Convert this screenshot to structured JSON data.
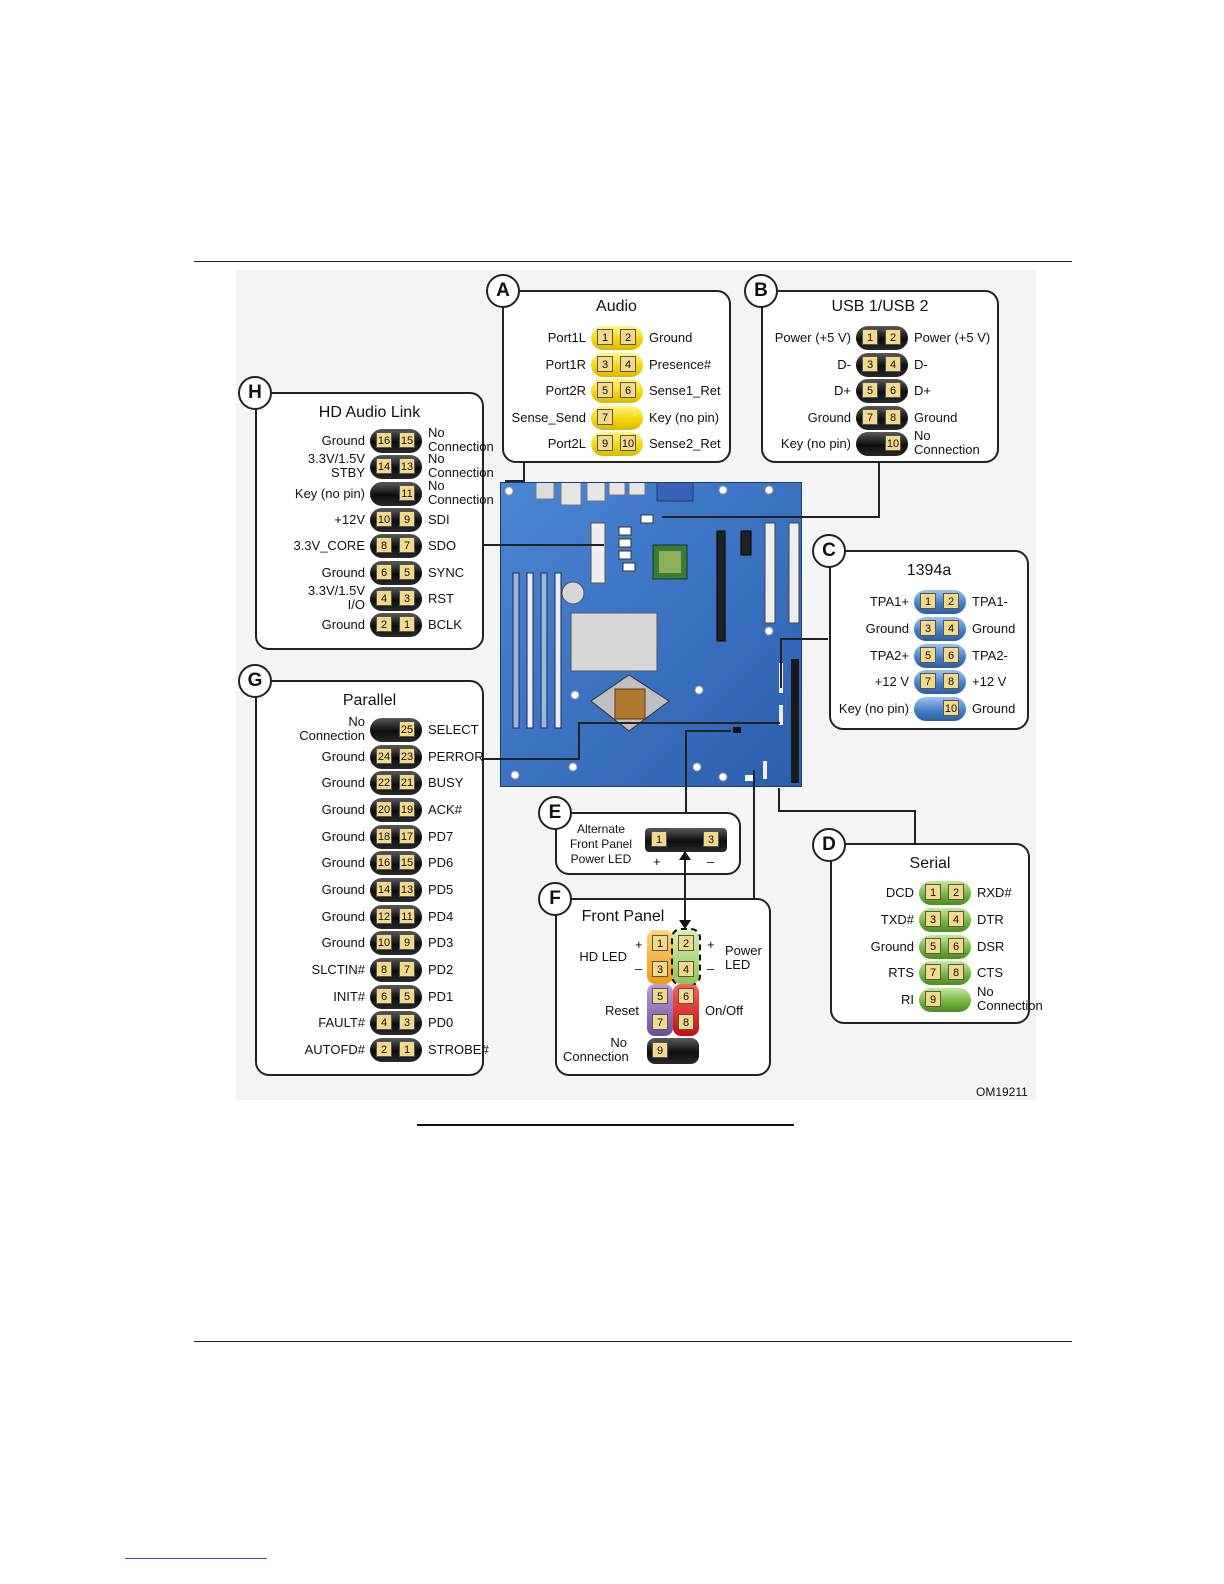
{
  "figure_id": "OM19211",
  "panels": {
    "A": {
      "letter": "A",
      "title": "Audio",
      "color": "yellow",
      "rows": [
        {
          "left": "Port1L",
          "pins": [
            "1",
            "2"
          ],
          "right": "Ground"
        },
        {
          "left": "Port1R",
          "pins": [
            "3",
            "4"
          ],
          "right": "Presence#"
        },
        {
          "left": "Port2R",
          "pins": [
            "5",
            "6"
          ],
          "right": "Sense1_Ret"
        },
        {
          "left": "Sense_Send",
          "pins": [
            "7",
            ""
          ],
          "right": "Key (no pin)"
        },
        {
          "left": "Port2L",
          "pins": [
            "9",
            "10"
          ],
          "right": "Sense2_Ret"
        }
      ]
    },
    "B": {
      "letter": "B",
      "title": "USB 1/USB 2",
      "color": "black",
      "rows": [
        {
          "left": "Power (+5 V)",
          "pins": [
            "1",
            "2"
          ],
          "right": "Power (+5 V)"
        },
        {
          "left": "D-",
          "pins": [
            "3",
            "4"
          ],
          "right": "D-"
        },
        {
          "left": "D+",
          "pins": [
            "5",
            "6"
          ],
          "right": "D+"
        },
        {
          "left": "Ground",
          "pins": [
            "7",
            "8"
          ],
          "right": "Ground"
        },
        {
          "left": "Key (no pin)",
          "pins": [
            "",
            "10"
          ],
          "right": "No\nConnection"
        }
      ]
    },
    "C": {
      "letter": "C",
      "title": "1394a",
      "color": "blue",
      "rows": [
        {
          "left": "TPA1+",
          "pins": [
            "1",
            "2"
          ],
          "right": "TPA1-"
        },
        {
          "left": "Ground",
          "pins": [
            "3",
            "4"
          ],
          "right": "Ground"
        },
        {
          "left": "TPA2+",
          "pins": [
            "5",
            "6"
          ],
          "right": "TPA2-"
        },
        {
          "left": "+12 V",
          "pins": [
            "7",
            "8"
          ],
          "right": "+12 V"
        },
        {
          "left": "Key (no pin)",
          "pins": [
            "",
            "10"
          ],
          "right": "Ground"
        }
      ]
    },
    "D": {
      "letter": "D",
      "title": "Serial",
      "color": "green",
      "rows": [
        {
          "left": "DCD",
          "pins": [
            "1",
            "2"
          ],
          "right": "RXD#"
        },
        {
          "left": "TXD#",
          "pins": [
            "3",
            "4"
          ],
          "right": "DTR"
        },
        {
          "left": "Ground",
          "pins": [
            "5",
            "6"
          ],
          "right": "DSR"
        },
        {
          "left": "RTS",
          "pins": [
            "7",
            "8"
          ],
          "right": "CTS"
        },
        {
          "left": "RI",
          "pins": [
            "9",
            ""
          ],
          "right": "No\nConnection"
        }
      ]
    },
    "E": {
      "letter": "E",
      "label": "Alternate\nFront Panel\nPower LED",
      "pins": [
        "1",
        "3"
      ],
      "plus": "+",
      "minus": "–"
    },
    "F": {
      "letter": "F",
      "title": "Front Panel",
      "hd_led": "HD LED",
      "power_led": "Power\nLED",
      "reset": "Reset",
      "onoff": "On/Off",
      "noconn": "No\nConnection",
      "plus": "+",
      "minus": "–",
      "pins": [
        "1",
        "2",
        "3",
        "4",
        "5",
        "6",
        "7",
        "8",
        "9"
      ]
    },
    "G": {
      "letter": "G",
      "title": "Parallel",
      "color": "black",
      "rows": [
        {
          "left": "No\nConnection",
          "pins": [
            "",
            "25"
          ],
          "right": "SELECT"
        },
        {
          "left": "Ground",
          "pins": [
            "24",
            "23"
          ],
          "right": "PERROR"
        },
        {
          "left": "Ground",
          "pins": [
            "22",
            "21"
          ],
          "right": "BUSY"
        },
        {
          "left": "Ground",
          "pins": [
            "20",
            "19"
          ],
          "right": "ACK#"
        },
        {
          "left": "Ground",
          "pins": [
            "18",
            "17"
          ],
          "right": "PD7"
        },
        {
          "left": "Ground",
          "pins": [
            "16",
            "15"
          ],
          "right": "PD6"
        },
        {
          "left": "Ground",
          "pins": [
            "14",
            "13"
          ],
          "right": "PD5"
        },
        {
          "left": "Ground",
          "pins": [
            "12",
            "11"
          ],
          "right": "PD4"
        },
        {
          "left": "Ground",
          "pins": [
            "10",
            "9"
          ],
          "right": "PD3"
        },
        {
          "left": "SLCTIN#",
          "pins": [
            "8",
            "7"
          ],
          "right": "PD2"
        },
        {
          "left": "INIT#",
          "pins": [
            "6",
            "5"
          ],
          "right": "PD1"
        },
        {
          "left": "FAULT#",
          "pins": [
            "4",
            "3"
          ],
          "right": "PD0"
        },
        {
          "left": "AUTOFD#",
          "pins": [
            "2",
            "1"
          ],
          "right": "STROBE#"
        }
      ]
    },
    "H": {
      "letter": "H",
      "title": "HD Audio Link",
      "color": "black",
      "rows": [
        {
          "left": "Ground",
          "pins": [
            "16",
            "15"
          ],
          "right": "No\nConnection"
        },
        {
          "left": "3.3V/1.5V\nSTBY",
          "pins": [
            "14",
            "13"
          ],
          "right": "No\nConnection"
        },
        {
          "left": "Key (no pin)",
          "pins": [
            "",
            "11"
          ],
          "right": "No\nConnection"
        },
        {
          "left": "+12V",
          "pins": [
            "10",
            "9"
          ],
          "right": "SDI"
        },
        {
          "left": "3.3V_CORE",
          "pins": [
            "8",
            "7"
          ],
          "right": "SDO"
        },
        {
          "left": "Ground",
          "pins": [
            "6",
            "5"
          ],
          "right": "SYNC"
        },
        {
          "left": "3.3V/1.5V\nI/O",
          "pins": [
            "4",
            "3"
          ],
          "right": "RST"
        },
        {
          "left": "Ground",
          "pins": [
            "2",
            "1"
          ],
          "right": "BCLK"
        }
      ]
    }
  }
}
